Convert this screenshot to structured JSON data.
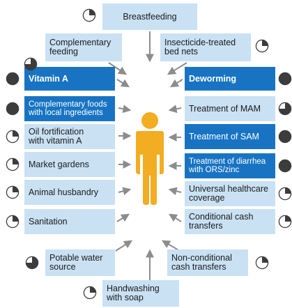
{
  "colors": {
    "light_box": "#c9e1f3",
    "dark_box": "#1874c3",
    "figure": "#f2ad22",
    "arrow": "#8c8c8c",
    "pie_fill": "#3c3c3c"
  },
  "interventions": [
    {
      "id": "breastfeeding",
      "label": "Breastfeeding",
      "level": 0.25
    },
    {
      "id": "complementary-feeding",
      "label": "Complementary\nfeeding",
      "level": 0.75
    },
    {
      "id": "bed-nets",
      "label": "Insecticide-treated\nbed nets",
      "level": 0.25
    },
    {
      "id": "vitamin-a",
      "label": "Vitamin A",
      "level": 1.0
    },
    {
      "id": "deworming",
      "label": "Deworming",
      "level": 1.0
    },
    {
      "id": "local-foods",
      "label": "Complementary foods\nwith local ingredients",
      "level": 1.0
    },
    {
      "id": "mam",
      "label": "Treatment of MAM",
      "level": 0.75
    },
    {
      "id": "oil-fortification",
      "label": "Oil fortification\nwith vitamin A",
      "level": 0.25
    },
    {
      "id": "sam",
      "label": "Treatment of SAM",
      "level": 1.0
    },
    {
      "id": "market-gardens",
      "label": "Market gardens",
      "level": 0.25
    },
    {
      "id": "diarrhea",
      "label": "Treatment of diarrhea\nwith ORS/zinc",
      "level": 1.0
    },
    {
      "id": "animal-husbandry",
      "label": "Animal husbandry",
      "level": 0.25
    },
    {
      "id": "uhc",
      "label": "Universal healthcare\ncoverage",
      "level": 0.25
    },
    {
      "id": "sanitation",
      "label": "Sanitation",
      "level": 0.25
    },
    {
      "id": "conditional-cash",
      "label": "Conditional cash\ntransfers",
      "level": 0.25
    },
    {
      "id": "potable-water",
      "label": "Potable water\nsource",
      "level": 0.75
    },
    {
      "id": "non-conditional-cash",
      "label": "Non-conditional\ncash transfers",
      "level": 0.25
    },
    {
      "id": "handwashing",
      "label": "Handwashing\nwith soap",
      "level": 0.25
    }
  ]
}
